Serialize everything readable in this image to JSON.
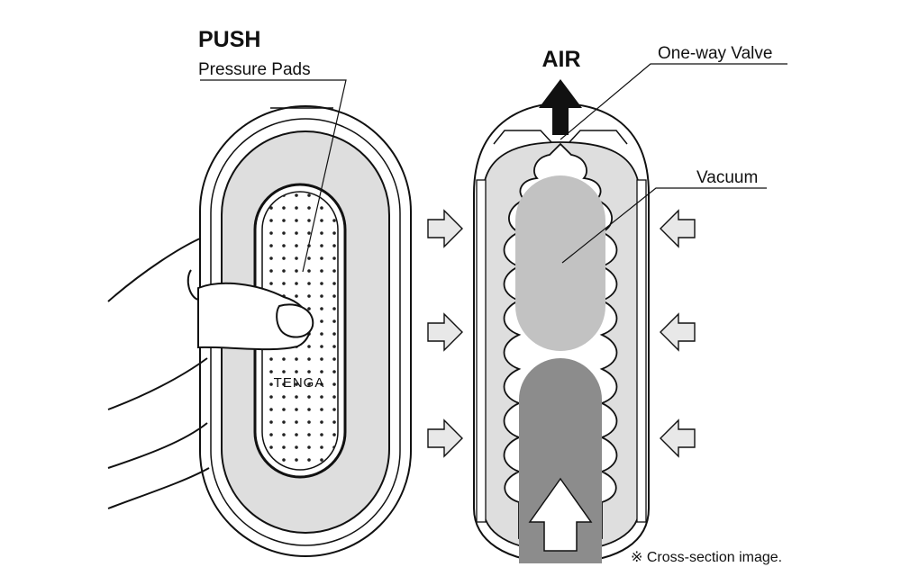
{
  "labels": {
    "push": "PUSH",
    "pressure_pads": "Pressure Pads",
    "air": "AIR",
    "one_way_valve": "One-way Valve",
    "vacuum": "Vacuum",
    "note": "※ Cross-section image."
  },
  "device": {
    "brand": "TENGA"
  },
  "colors": {
    "body_fill": "#dedede",
    "inner_fill": "#e6e6e6",
    "vacuum_fill": "#c2c2c2",
    "dark_fill": "#8c8c8c",
    "arrow_fill": "#e8e8e8",
    "stroke": "#111111"
  }
}
